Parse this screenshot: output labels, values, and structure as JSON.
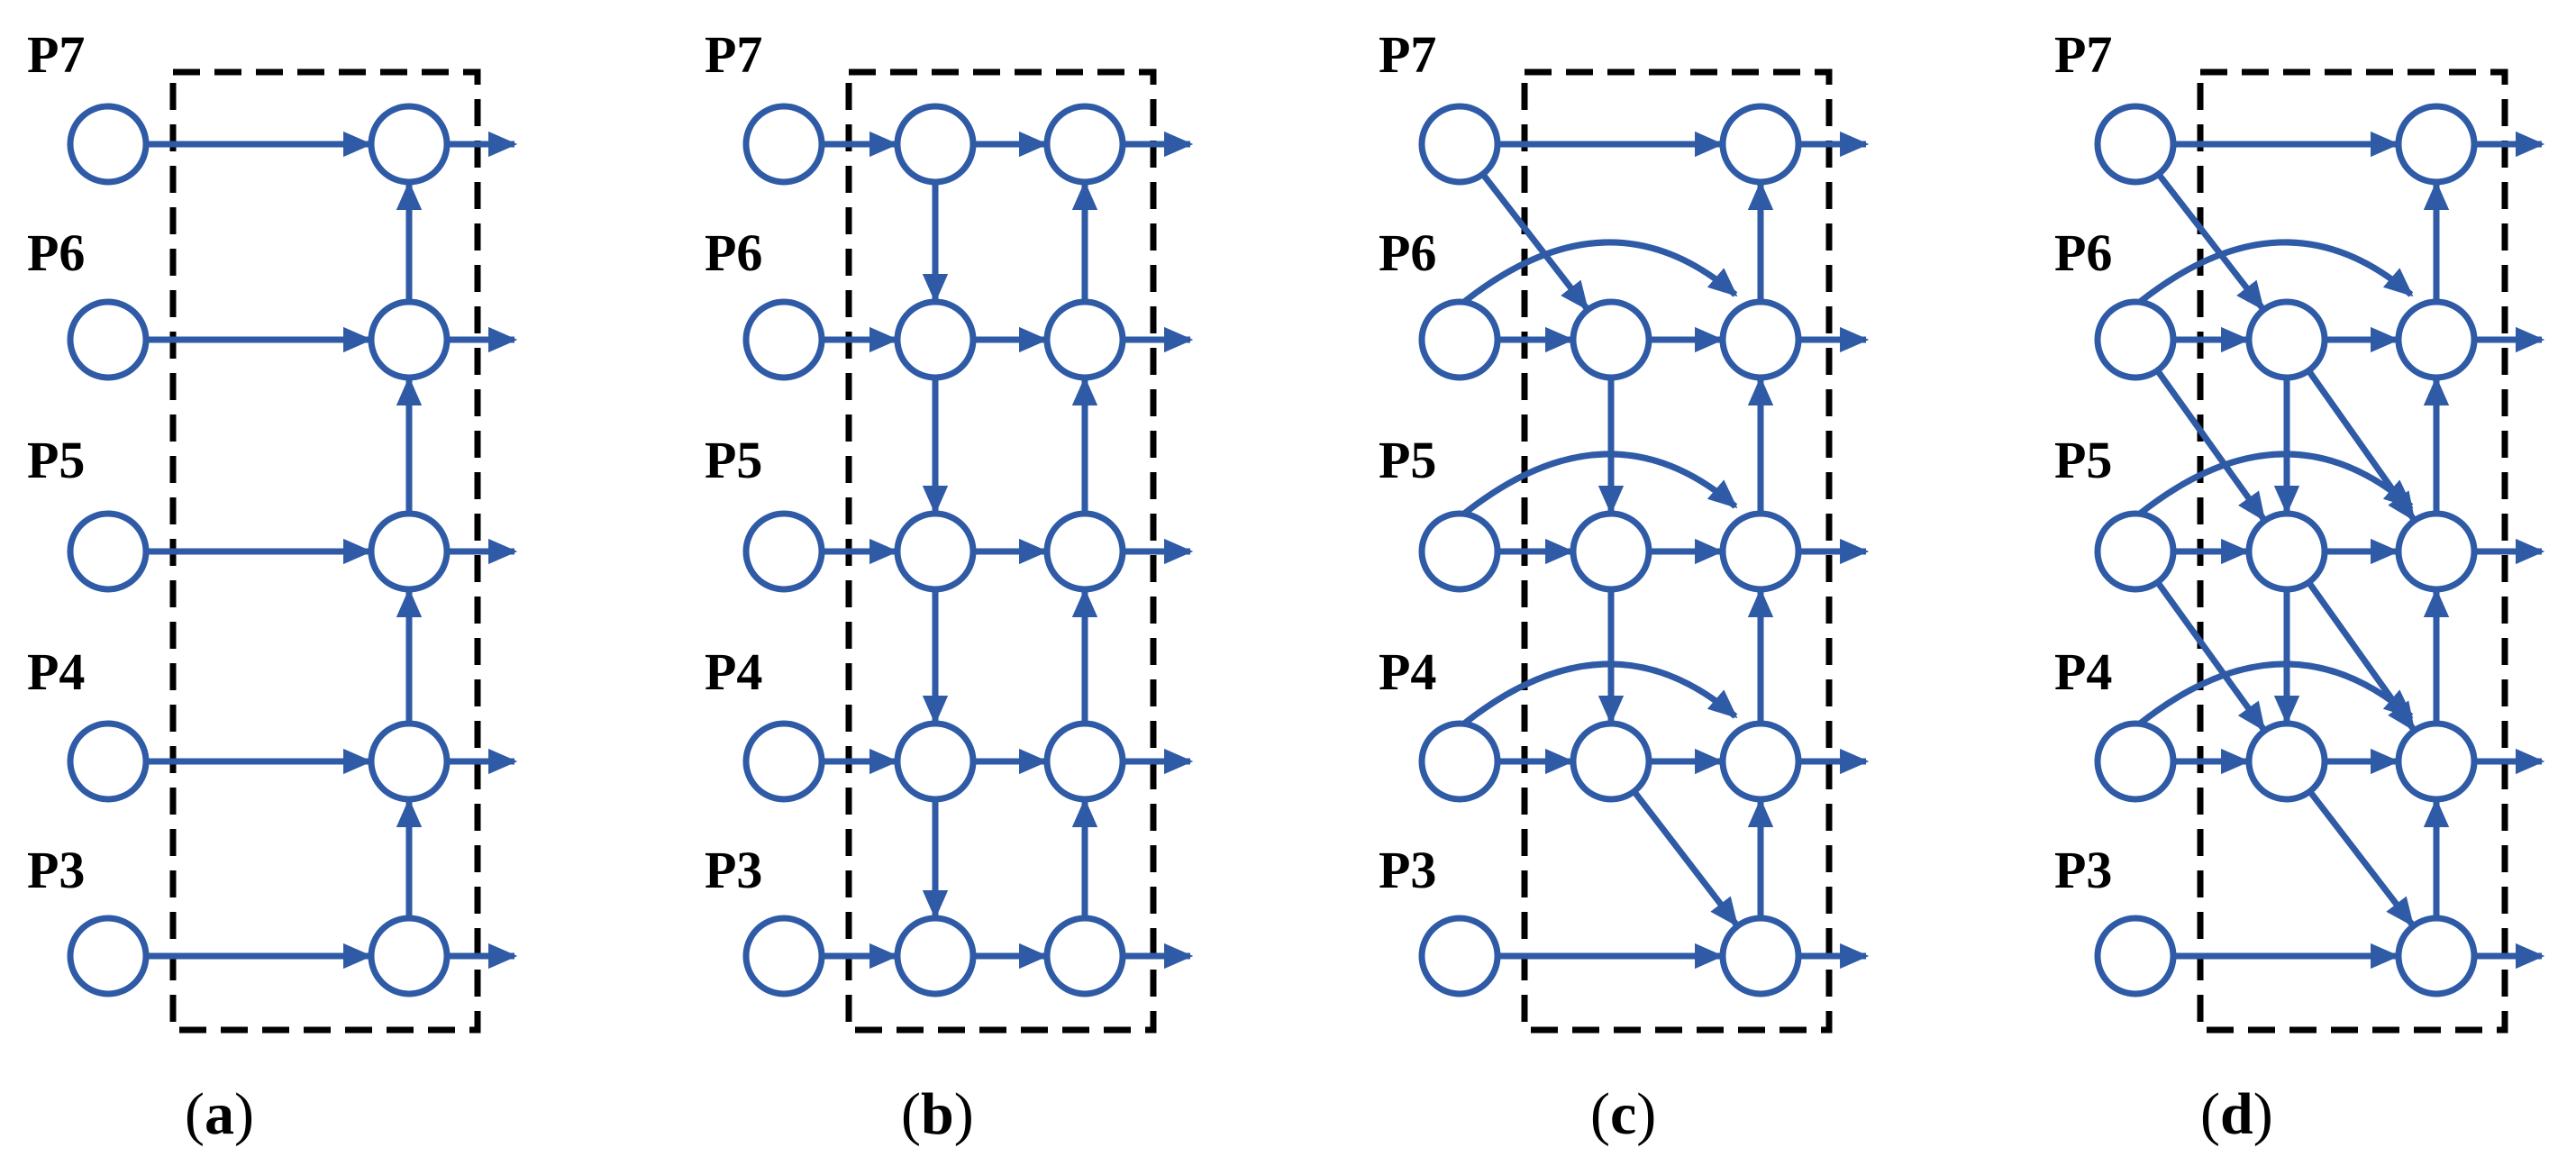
{
  "colors": {
    "network": "#2e5aa6",
    "frame": "#000000"
  },
  "panels": [
    {
      "id": "a",
      "caption": "a",
      "level_labels": [
        "P7",
        "P6",
        "P5",
        "P4",
        "P3"
      ]
    },
    {
      "id": "b",
      "caption": "b",
      "level_labels": [
        "P7",
        "P6",
        "P5",
        "P4",
        "P3"
      ]
    },
    {
      "id": "c",
      "caption": "c",
      "level_labels": [
        "P7",
        "P6",
        "P5",
        "P4",
        "P3"
      ]
    },
    {
      "id": "d",
      "caption": "d",
      "level_labels": [
        "P7",
        "P6",
        "P5",
        "P4",
        "P3"
      ]
    }
  ]
}
